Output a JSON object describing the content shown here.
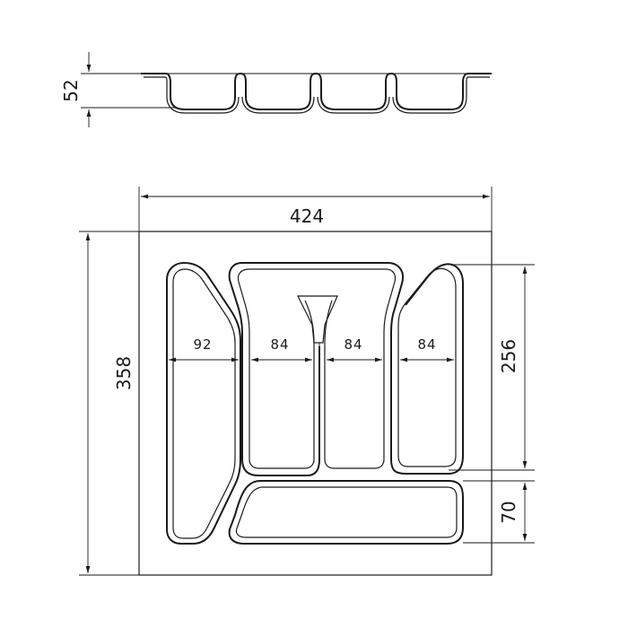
{
  "dimensions": {
    "height_profile": "52",
    "width": "424",
    "depth": "358",
    "compartment_left": "92",
    "compartment_2": "84",
    "compartment_3": "84",
    "compartment_4": "84",
    "compartment_height": "256",
    "bottom_height": "70"
  },
  "colors": {
    "ink": "#1a1a1a",
    "background": "#ffffff"
  }
}
